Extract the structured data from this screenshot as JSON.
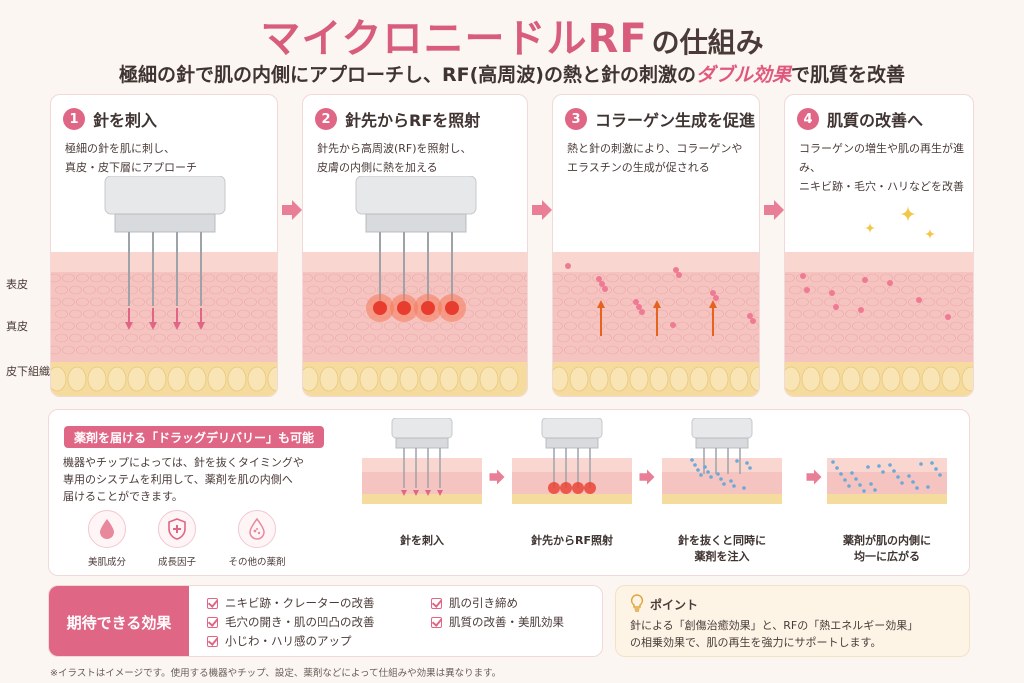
{
  "header": {
    "title_main": "マイクロニードルRF",
    "title_suffix": "の仕組み",
    "subtitle_pre": "極細の針で肌の内側にアプローチし、RF(高周波)の熱と針の刺激の",
    "subtitle_hl": "ダブル効果",
    "subtitle_post": "で肌質を改善"
  },
  "layers": [
    "表皮",
    "真皮",
    "皮下組織"
  ],
  "steps": [
    {
      "num": "1",
      "title": "針を刺入",
      "desc": "極細の針を肌に刺し、\n真皮・皮下層にアプローチ"
    },
    {
      "num": "2",
      "title": "針先からRFを照射",
      "desc": "針先から高周波(RF)を照射し、\n皮膚の内側に熱を加える"
    },
    {
      "num": "3",
      "title": "コラーゲン生成を促進",
      "desc": "熱と針の刺激により、コラーゲンや\nエラスチンの生成が促される"
    },
    {
      "num": "4",
      "title": "肌質の改善へ",
      "desc": "コラーゲンの増生や肌の再生が進み、\nニキビ跡・毛穴・ハリなどを改善"
    }
  ],
  "drug": {
    "badge": "薬剤を届ける「ドラッグデリバリー」も可能",
    "text": "機器やチップによっては、針を抜くタイミングや\n専用のシステムを利用して、薬剤を肌の内側へ\n届けることができます。",
    "ingredients": [
      "美肌成分",
      "成長因子",
      "その他の薬剤"
    ],
    "mini_steps": [
      "針を刺入",
      "針先からRF照射",
      "針を抜くと同時に\n薬剤を注入",
      "薬剤が肌の内側に\n均一に広がる"
    ]
  },
  "effects": {
    "label": "期待できる効果",
    "items": [
      "ニキビ跡・クレーターの改善",
      "毛穴の開き・肌の凹凸の改善",
      "小じわ・ハリ感のアップ",
      "肌の引き締め",
      "肌質の改善・美肌効果"
    ]
  },
  "point": {
    "title": "ポイント",
    "text": "針による「創傷治癒効果」と、RFの「熱エネルギー効果」\nの相乗効果で、肌の再生を強力にサポートします。"
  },
  "footnote": "※イラストはイメージです。使用する機器やチップ、設定、薬剤などによって仕組みや効果は異なります。",
  "colors": {
    "accent": "#e06685",
    "title": "#d85d7c",
    "skin": "#f6c9c4",
    "fat": "#f5dc9e"
  }
}
